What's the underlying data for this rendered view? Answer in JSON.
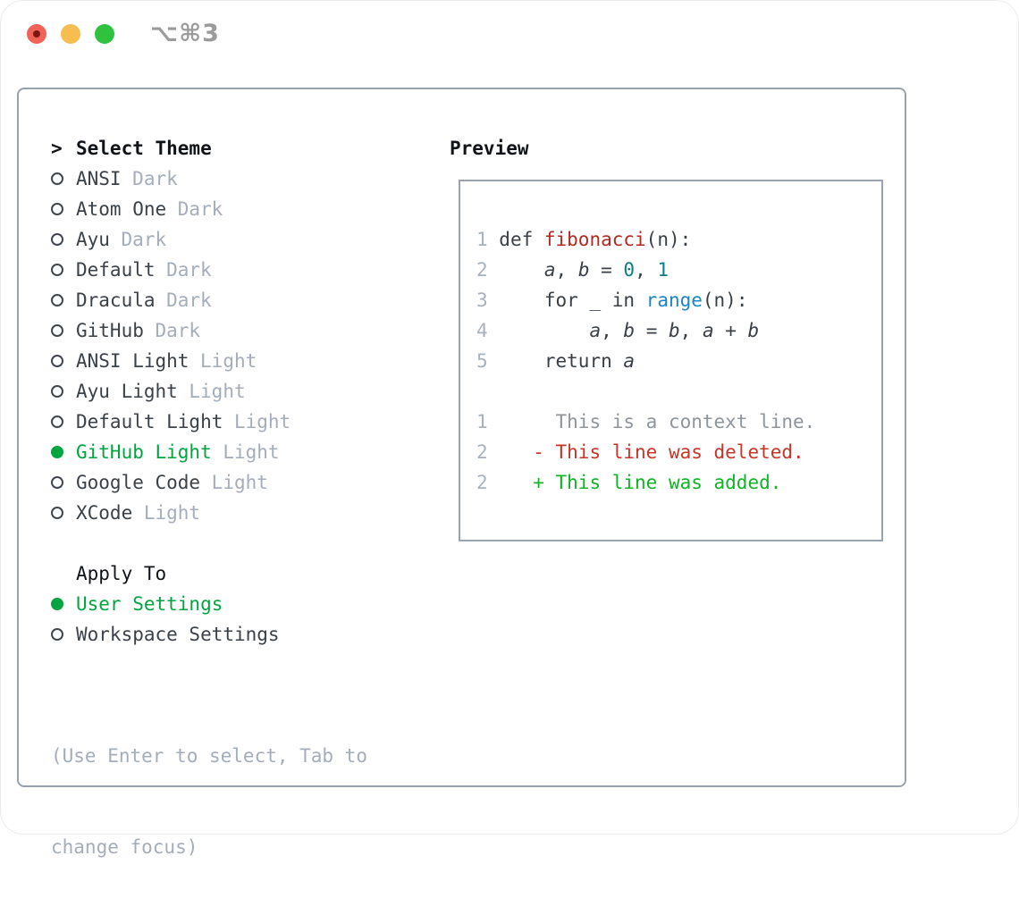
{
  "window": {
    "title": "⌥⌘3"
  },
  "theme_list": {
    "header_prefix": ">",
    "header": "Select Theme",
    "items": [
      {
        "name": "ANSI",
        "variant": "Dark",
        "selected": false
      },
      {
        "name": "Atom One",
        "variant": "Dark",
        "selected": false
      },
      {
        "name": "Ayu",
        "variant": "Dark",
        "selected": false
      },
      {
        "name": "Default",
        "variant": "Dark",
        "selected": false
      },
      {
        "name": "Dracula",
        "variant": "Dark",
        "selected": false
      },
      {
        "name": "GitHub",
        "variant": "Dark",
        "selected": false
      },
      {
        "name": "ANSI Light",
        "variant": "Light",
        "selected": false
      },
      {
        "name": "Ayu Light",
        "variant": "Light",
        "selected": false
      },
      {
        "name": "Default Light",
        "variant": "Light",
        "selected": false
      },
      {
        "name": "GitHub Light",
        "variant": "Light",
        "selected": true
      },
      {
        "name": "Google Code",
        "variant": "Light",
        "selected": false
      },
      {
        "name": "XCode",
        "variant": "Light",
        "selected": false
      }
    ]
  },
  "apply_to": {
    "header": "Apply To",
    "options": [
      {
        "label": "User Settings",
        "selected": true
      },
      {
        "label": "Workspace Settings",
        "selected": false
      }
    ]
  },
  "hint": {
    "line1": "(Use Enter to select, Tab to",
    "line2": "change focus)"
  },
  "preview": {
    "title": "Preview",
    "code_lines": [
      {
        "num": "1",
        "segments": [
          {
            "t": " def ",
            "c": "plain"
          },
          {
            "t": "fibonacci",
            "c": "func"
          },
          {
            "t": "(n):",
            "c": "plain"
          }
        ]
      },
      {
        "num": "2",
        "segments": [
          {
            "t": "     ",
            "c": "plain"
          },
          {
            "t": "a",
            "c": "var"
          },
          {
            "t": ", ",
            "c": "plain"
          },
          {
            "t": "b",
            "c": "var"
          },
          {
            "t": " = ",
            "c": "plain"
          },
          {
            "t": "0",
            "c": "num"
          },
          {
            "t": ", ",
            "c": "plain"
          },
          {
            "t": "1",
            "c": "num"
          }
        ]
      },
      {
        "num": "3",
        "segments": [
          {
            "t": "     for _ in ",
            "c": "plain"
          },
          {
            "t": "range",
            "c": "builtin"
          },
          {
            "t": "(n):",
            "c": "plain"
          }
        ]
      },
      {
        "num": "4",
        "segments": [
          {
            "t": "         ",
            "c": "plain"
          },
          {
            "t": "a",
            "c": "var"
          },
          {
            "t": ", ",
            "c": "plain"
          },
          {
            "t": "b",
            "c": "var"
          },
          {
            "t": " = ",
            "c": "plain"
          },
          {
            "t": "b",
            "c": "var"
          },
          {
            "t": ", ",
            "c": "plain"
          },
          {
            "t": "a",
            "c": "var"
          },
          {
            "t": " + ",
            "c": "plain"
          },
          {
            "t": "b",
            "c": "var"
          }
        ]
      },
      {
        "num": "5",
        "segments": [
          {
            "t": "     return ",
            "c": "plain"
          },
          {
            "t": "a",
            "c": "var"
          }
        ]
      },
      {
        "num": "",
        "segments": []
      },
      {
        "num": "1",
        "segments": [
          {
            "t": "      This is a context line.",
            "c": "context"
          }
        ]
      },
      {
        "num": "2",
        "segments": [
          {
            "t": "    - This line was deleted.",
            "c": "deleted"
          }
        ]
      },
      {
        "num": "2",
        "segments": [
          {
            "t": "    + This line was added.",
            "c": "added"
          }
        ]
      }
    ]
  },
  "colors": {
    "accent_green": "#00a53f",
    "added_green": "#0eb426",
    "deleted_red": "#c93428",
    "function_red": "#b12a21",
    "number_teal": "#0d7e80",
    "builtin_blue": "#1b86c6",
    "muted_gray": "#a4adbb",
    "code_text": "#383f47",
    "panel_border": "#98a2ae",
    "traffic_red": "#f16359",
    "traffic_yellow": "#f6bd50",
    "traffic_green": "#2ec23e"
  }
}
